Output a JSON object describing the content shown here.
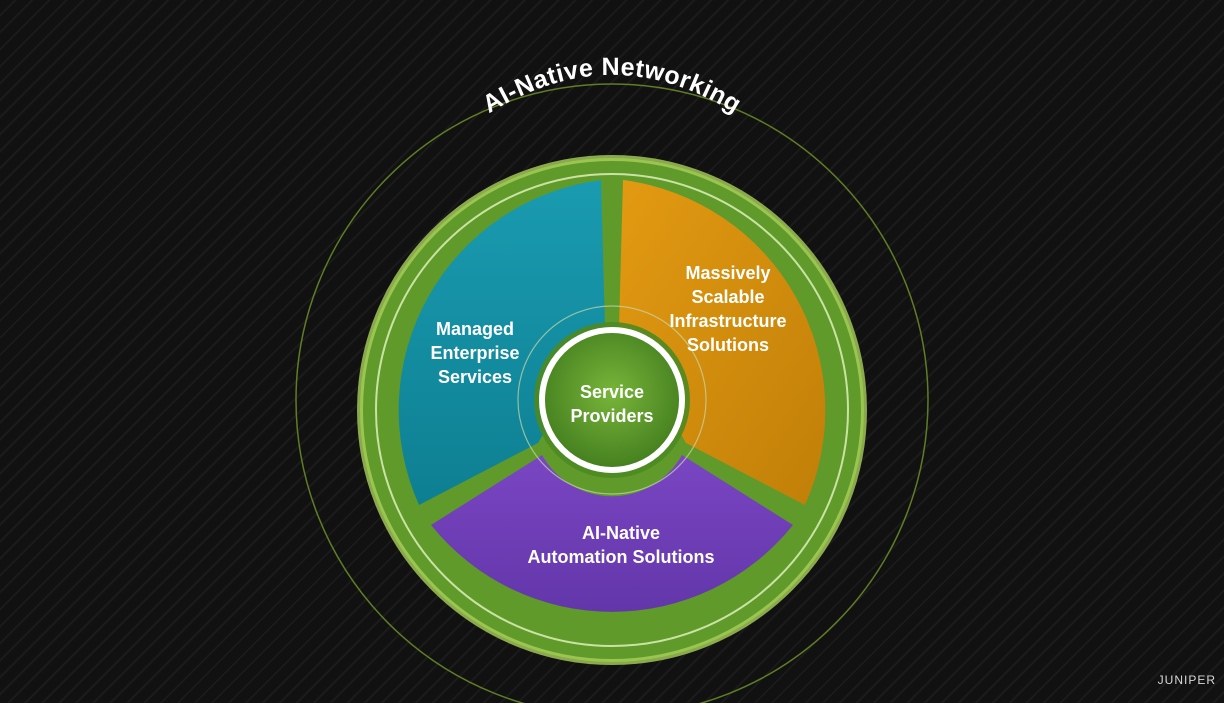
{
  "title": "AI-Native Networking",
  "center": {
    "line1": "Service",
    "line2": "Providers"
  },
  "segments": {
    "managed": {
      "lines": [
        "Managed",
        "Enterprise",
        "Services"
      ]
    },
    "infrastructure": {
      "lines": [
        "Massively",
        "Scalable",
        "Infrastructure",
        "Solutions"
      ]
    },
    "automation": {
      "lines": [
        "AI-Native",
        "Automation Solutions"
      ]
    }
  },
  "brand": {
    "logo_text": "JUNIPER"
  },
  "colors": {
    "background": "#111111",
    "ring_green": "#7aa630",
    "teal": "#1590a3",
    "orange": "#d8900f",
    "purple": "#6d3fb4",
    "center_green": "#5f9a2a"
  }
}
